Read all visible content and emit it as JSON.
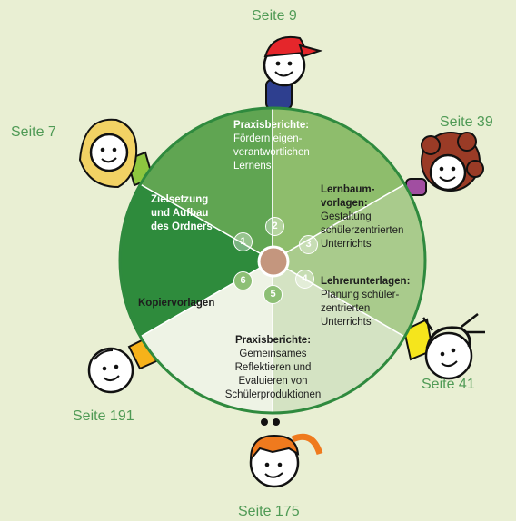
{
  "pages": {
    "top": "Seite 9",
    "top_right": "Seite 39",
    "right": "Seite 41",
    "bottom": "Seite 175",
    "bottom_left": "Seite 191",
    "left": "Seite 7"
  },
  "segments": [
    {
      "number": "1",
      "title_lines": [
        "Zielsetzung",
        "und Aufbau",
        "des Ordners"
      ],
      "body_lines": [],
      "color": "#2e8b3c"
    },
    {
      "number": "2",
      "title_lines": [
        "Praxisberichte:"
      ],
      "body_lines": [
        "Fördern eigen-",
        "verantwortlichen",
        "Lernens"
      ],
      "color": "#60a552"
    },
    {
      "number": "3",
      "title_lines": [
        "Lernbaum-",
        "vorlagen:"
      ],
      "body_lines": [
        "Gestaltung",
        "schülerzentrierten",
        "Unterrichts"
      ],
      "color": "#8ebd6c"
    },
    {
      "number": "4",
      "title_lines": [
        "Lehrerunterlagen:"
      ],
      "body_lines": [
        "Planung schüler-",
        "zentrierten",
        "Unterrichts"
      ],
      "color": "#a9cb8c"
    },
    {
      "number": "5",
      "title_lines": [
        "Praxisberichte:"
      ],
      "body_lines": [
        "Gemeinsames",
        "Reflektieren und",
        "Evaluieren von",
        "Schülerproduktionen"
      ],
      "color": "#d4e3c3"
    },
    {
      "number": "6",
      "title_lines": [
        "Kopiervorlagen"
      ],
      "body_lines": [],
      "color": "#eef3e5"
    }
  ],
  "colors": {
    "background": "#e9efd3",
    "ring": "#2f8a3e",
    "hub": "#c4967e",
    "page_label": "#4f9a55"
  },
  "icons": [
    "smiley-cap-icon",
    "smiley-curly-icon",
    "smiley-braids-icon",
    "smiley-ponytail-icon",
    "smiley-bald-icon",
    "smiley-blonde-icon"
  ]
}
